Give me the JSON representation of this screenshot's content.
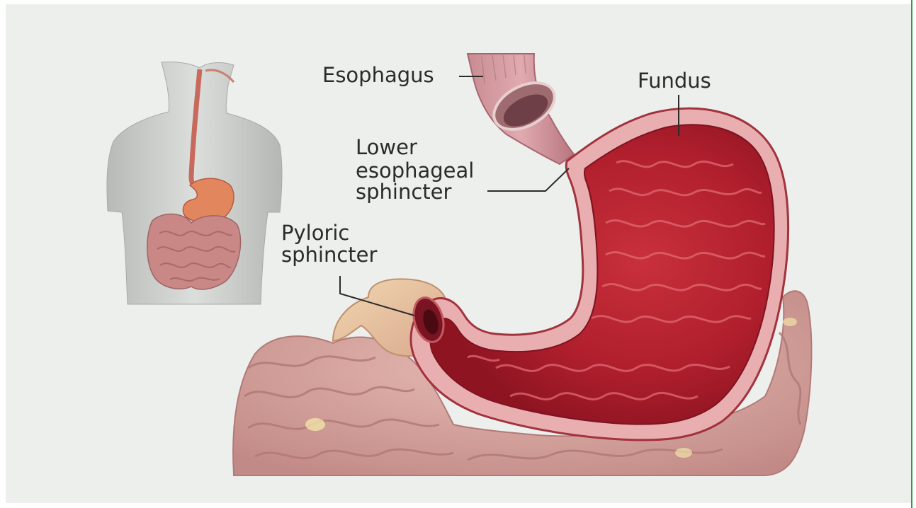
{
  "labels": {
    "esophagus": "Esophagus",
    "fundus": "Fundus",
    "les_line1": "Lower",
    "les_line2": "esophageal",
    "les_line3": "sphincter",
    "pyloric_line1": "Pyloric",
    "pyloric_line2": "sphincter"
  },
  "colors": {
    "background": "#ecefec",
    "stomach_wall": "#c43a46",
    "stomach_inner": "#b8202e",
    "intestine": "#d7a6a0",
    "body_silhouette": "#c9cbc9",
    "label_text": "#2b2b2b",
    "leader_line": "#2b2b2b"
  }
}
